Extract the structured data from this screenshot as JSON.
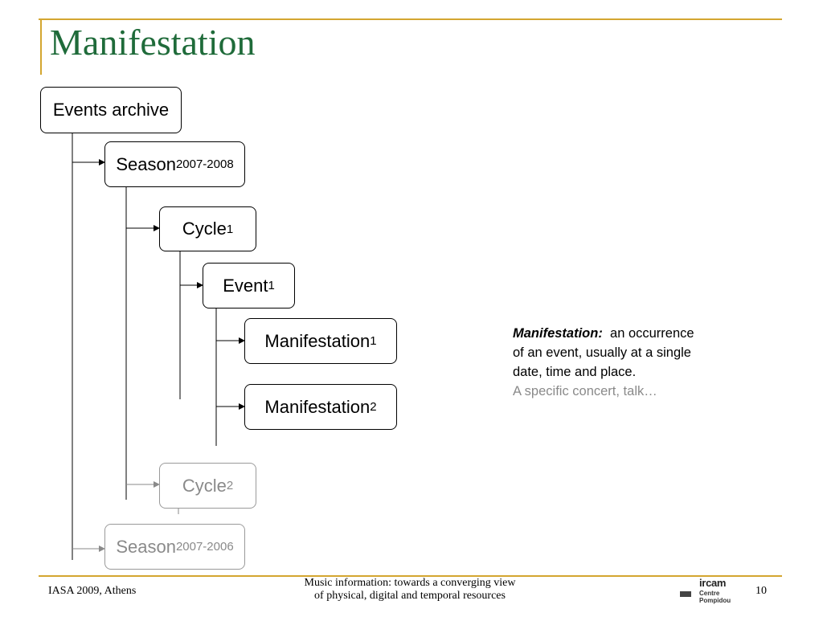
{
  "slide": {
    "title": "Manifestation"
  },
  "tree": {
    "events_archive": {
      "label": "Events archive"
    },
    "season_1": {
      "label": "Season",
      "sub": "2007-2008"
    },
    "cycle_1": {
      "label": "Cycle",
      "sub": "1"
    },
    "event_1": {
      "label": "Event",
      "sub": "1"
    },
    "manifestation_1": {
      "label": "Manifestation",
      "sub": "1"
    },
    "manifestation_2": {
      "label": "Manifestation",
      "sub": "2"
    },
    "cycle_2": {
      "label": "Cycle",
      "sub": "2"
    },
    "season_2": {
      "label": "Season",
      "sub": "2007-2006"
    }
  },
  "definition": {
    "term": "Manifestation",
    "colon": ":",
    "text": "an occurrence of an event, usually at a single date, time and place.",
    "example": "A specific concert, talk…"
  },
  "footer": {
    "left": "IASA 2009, Athens",
    "center_line1": "Music information: towards a converging view",
    "center_line2": "of physical, digital and temporal resources",
    "page_number": "10"
  },
  "logo": {
    "name": "ircam",
    "line1": "Centre",
    "line2": "Pompidou"
  },
  "colors": {
    "accent_rule": "#d4a630",
    "title": "#1f6b3a",
    "faded": "#8a8a8a"
  }
}
